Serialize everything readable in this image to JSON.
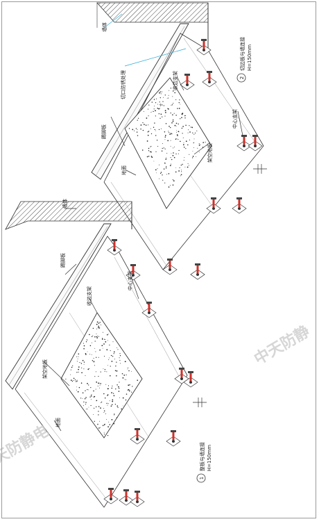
{
  "labels": {
    "wall": "墙体",
    "baseboard": "踢脚板",
    "raised_floor": "架空地板",
    "edge_support": "收边支架",
    "center_support": "中心支架",
    "ground": "地面",
    "cut_edge": "切口防锈处理",
    "detail1_title": "整板与墙连接",
    "detail1_dim": "H=150mm",
    "detail2_title": "切边板与墙连接",
    "detail2_dim": "H=150mm"
  },
  "detail_numbers": {
    "one": "1",
    "two": "2"
  },
  "watermarks": {
    "upper": "中天防静",
    "lower": "天防静电"
  },
  "colors": {
    "line": "#333333",
    "leader_blue": "#29a8d8",
    "pedestal_red": "#d0302a",
    "watermark": "#c9c9c9"
  }
}
